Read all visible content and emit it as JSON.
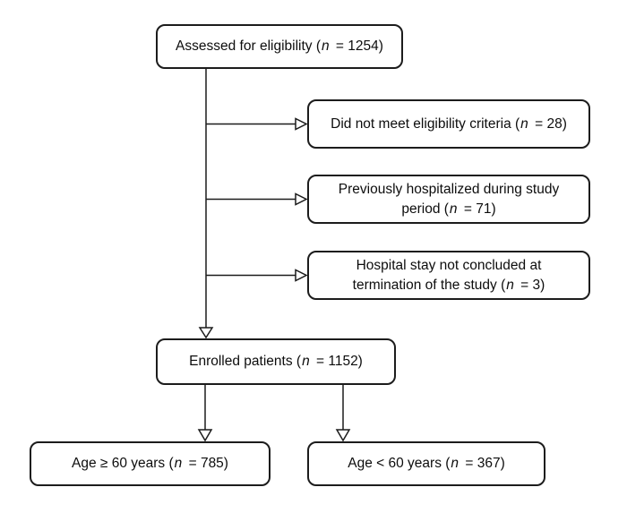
{
  "diagram": {
    "kind": "patient-flow-diagram",
    "background_color": "#ffffff",
    "line_color": "#1c1c1c",
    "box_border_color": "#1c1c1c",
    "box_fill_color": "#ffffff",
    "text_color": "#0d0d0d"
  },
  "nodes": {
    "assessed": {
      "pre": "Assessed for eligibility (",
      "var": "n",
      "post": " = 1254)",
      "n": 1254
    },
    "not_eligible": {
      "pre": "Did not meet eligibility criteria (",
      "var": "n",
      "post": " = 28)",
      "n": 28
    },
    "prev_hospitalized": {
      "pre": "Previously hospitalized during study period (",
      "var": "n",
      "post": " = 71)",
      "n": 71
    },
    "stay_not_concluded": {
      "pre": "Hospital stay not concluded at termination of the study (",
      "var": "n",
      "post": " = 3)",
      "n": 3
    },
    "enrolled": {
      "pre": "Enrolled patients (",
      "var": "n",
      "post": " = 1152)",
      "n": 1152
    },
    "age_ge_60": {
      "pre": "Age ≥ 60 years (",
      "var": "n",
      "post": " = 785)",
      "n": 785
    },
    "age_lt_60": {
      "pre": "Age < 60 years (",
      "var": "n",
      "post": " = 367)",
      "n": 367
    }
  }
}
